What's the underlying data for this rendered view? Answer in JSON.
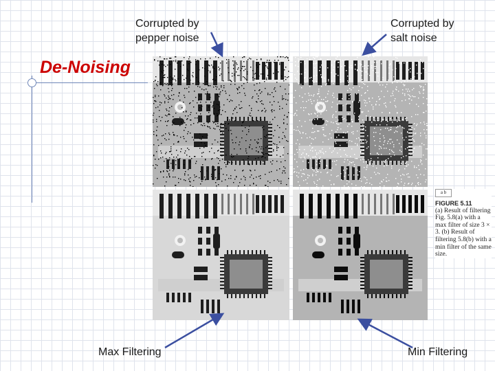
{
  "slide": {
    "title": "De-Noising",
    "title_color": "#cc0000"
  },
  "captions": {
    "pepper": "Corrupted by\npepper noise",
    "salt": "Corrupted by\nsalt noise",
    "max": "Max Filtering",
    "min": "Min Filtering"
  },
  "figure_caption": {
    "label": "a  b",
    "heading": "FIGURE 5.11",
    "text": "(a) Result of filtering Fig. 5.8(a) with a max filter of size 3 × 3. (b) Result of filtering 5.8(b) with a min filter of the same size."
  },
  "colors": {
    "arrow": "#3b4fa0",
    "grid": "#dfe3ec",
    "accent_line": "#6f86b8"
  },
  "icons": [
    "board-image",
    "arrow"
  ]
}
